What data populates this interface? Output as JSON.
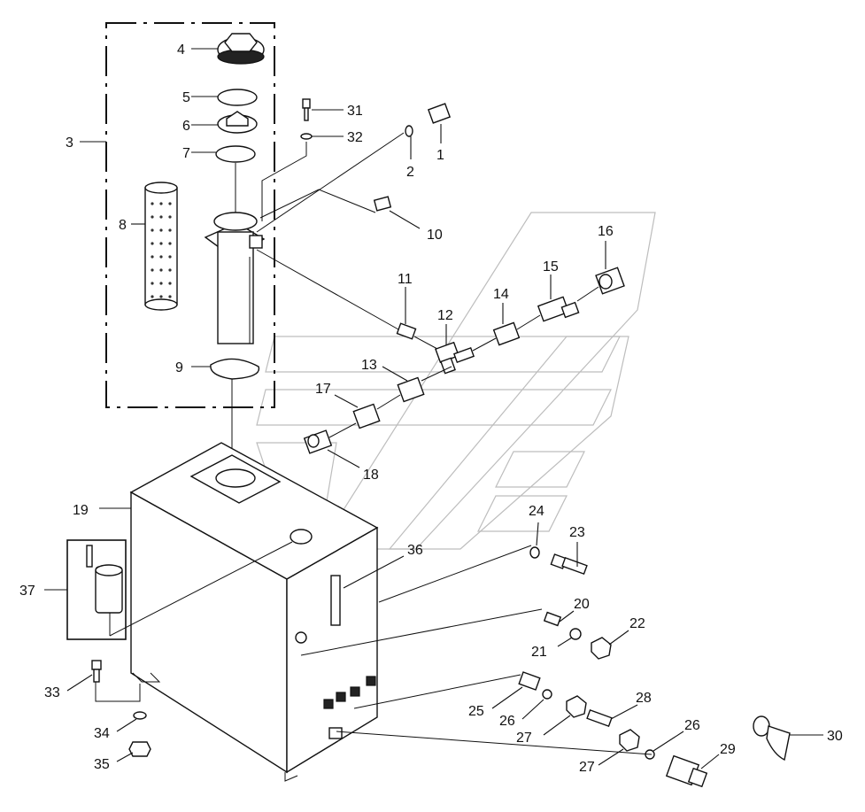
{
  "callouts": [
    {
      "id": "4",
      "text": "4"
    },
    {
      "id": "5",
      "text": "5"
    },
    {
      "id": "6",
      "text": "6"
    },
    {
      "id": "7",
      "text": "7"
    },
    {
      "id": "3",
      "text": "3"
    },
    {
      "id": "8",
      "text": "8"
    },
    {
      "id": "9",
      "text": "9"
    },
    {
      "id": "31",
      "text": "31"
    },
    {
      "id": "32",
      "text": "32"
    },
    {
      "id": "2",
      "text": "2"
    },
    {
      "id": "1",
      "text": "1"
    },
    {
      "id": "10",
      "text": "10"
    },
    {
      "id": "11",
      "text": "11"
    },
    {
      "id": "12",
      "text": "12"
    },
    {
      "id": "13",
      "text": "13"
    },
    {
      "id": "14",
      "text": "14"
    },
    {
      "id": "15",
      "text": "15"
    },
    {
      "id": "16",
      "text": "16"
    },
    {
      "id": "17",
      "text": "17"
    },
    {
      "id": "18",
      "text": "18"
    },
    {
      "id": "19",
      "text": "19"
    },
    {
      "id": "36",
      "text": "36"
    },
    {
      "id": "24",
      "text": "24"
    },
    {
      "id": "23",
      "text": "23"
    },
    {
      "id": "20",
      "text": "20"
    },
    {
      "id": "22",
      "text": "22"
    },
    {
      "id": "21",
      "text": "21"
    },
    {
      "id": "37",
      "text": "37"
    },
    {
      "id": "33",
      "text": "33"
    },
    {
      "id": "34",
      "text": "34"
    },
    {
      "id": "35",
      "text": "35"
    },
    {
      "id": "28",
      "text": "28"
    },
    {
      "id": "25",
      "text": "25"
    },
    {
      "id": "26a",
      "text": "26"
    },
    {
      "id": "27a",
      "text": "27"
    },
    {
      "id": "26b",
      "text": "26"
    },
    {
      "id": "27b",
      "text": "27"
    },
    {
      "id": "29",
      "text": "29"
    },
    {
      "id": "30",
      "text": "30"
    }
  ],
  "watermark": "logo-chevrons"
}
